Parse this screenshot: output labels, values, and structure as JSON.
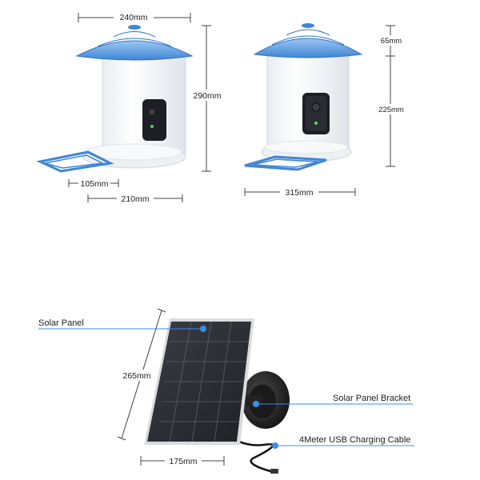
{
  "dimensions": {
    "feeder_side": {
      "width_top": "240mm",
      "height": "290mm",
      "tray": "105mm",
      "base_width": "210mm"
    },
    "feeder_front": {
      "roof_height": "65mm",
      "body_height": "225mm",
      "width": "315mm"
    },
    "solar_panel": {
      "height": "265mm",
      "width": "175mm"
    }
  },
  "callouts": {
    "solar_panel": "Solar Panel",
    "bracket": "Solar Panel Bracket",
    "cable": "4Meter USB Charging Cable"
  },
  "colors": {
    "roof_blue": "#3f86d6",
    "roof_light": "#7fb3ea",
    "leader_blue": "#3a8ee6",
    "dim_line": "#444444",
    "panel_dark": "#2b2d33",
    "camera_dark": "#1e1f24"
  }
}
